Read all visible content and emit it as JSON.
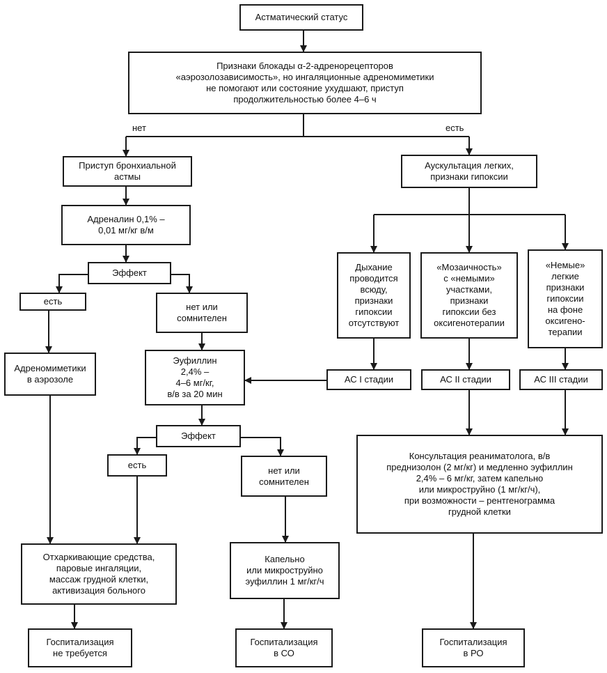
{
  "nodes": {
    "status": "Астматический статус",
    "criteria": "Признаки блокады α-2-адренорецепторов\n«аэрозолозависимость», но ингаляционные адреномиметики\nне помогают или состояние ухудшают, приступ\nпродолжительностью более 4–6 ч",
    "attack": "Приступ бронхиальной\nастмы",
    "auscultation": "Аускультация легких,\nпризнаки гипоксии",
    "adrenaline": "Адреналин 0,1% –\n0,01 мг/кг в/м",
    "effect1": "Эффект",
    "yes1": "есть",
    "no1": "нет или\nсомнителен",
    "adrenomimetics": "Адреномиметики\nв аэрозоле",
    "euphyllin": "Эуфиллин\n2,4% –\n4–6 мг/кг,\nв/в за 20 мин",
    "effect2": "Эффект",
    "yes2": "есть",
    "no2": "нет или\nсомнителен",
    "breath": "Дыхание\nпроводится\nвсюду,\nпризнаки\nгипоксии\nотсутствуют",
    "mosaic": "«Мозаичность»\nс «немыми»\nучастками,\nпризнаки\nгипоксии без\nоксигенотерапии",
    "silent": "«Немые»\nлегкие\nпризнаки\nгипоксии\nна фоне\nоксигено-\nтерапии",
    "as1": "АС I стадии",
    "as2": "АС II стадии",
    "as3": "АС III стадии",
    "consult": "Консультация реаниматолога, в/в\nпреднизолон (2 мг/кг) и медленно эуфиллин\n2,4% – 6 мг/кг, затем капельно\nили микроструйно (1 мг/кг/ч),\nпри возможности – рентгенограмма\nгрудной клетки",
    "expect": "Отхаркивающие средства,\nпаровые ингаляции,\nмассаж грудной клетки,\nактивизация больного",
    "drip": "Капельно\nили микроструйно\nэуфиллин 1 мг/кг/ч",
    "hosp1": "Госпитализация\nне требуется",
    "hosp2": "Госпитализация\nв СО",
    "hosp3": "Госпитализация\nв РО"
  },
  "labels": {
    "no": "нет",
    "yes": "есть"
  }
}
